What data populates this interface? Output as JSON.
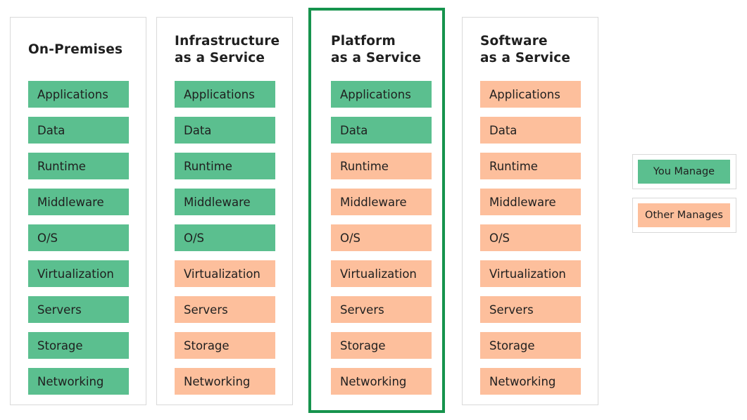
{
  "columns": [
    {
      "title": "On-Premises",
      "layers": [
        {
          "label": "Applications",
          "managed_by": "you"
        },
        {
          "label": "Data",
          "managed_by": "you"
        },
        {
          "label": "Runtime",
          "managed_by": "you"
        },
        {
          "label": "Middleware",
          "managed_by": "you"
        },
        {
          "label": "O/S",
          "managed_by": "you"
        },
        {
          "label": "Virtualization",
          "managed_by": "you"
        },
        {
          "label": "Servers",
          "managed_by": "you"
        },
        {
          "label": "Storage",
          "managed_by": "you"
        },
        {
          "label": "Networking",
          "managed_by": "you"
        }
      ]
    },
    {
      "title": "Infrastructure\nas a Service",
      "layers": [
        {
          "label": "Applications",
          "managed_by": "you"
        },
        {
          "label": "Data",
          "managed_by": "you"
        },
        {
          "label": "Runtime",
          "managed_by": "you"
        },
        {
          "label": "Middleware",
          "managed_by": "you"
        },
        {
          "label": "O/S",
          "managed_by": "you"
        },
        {
          "label": "Virtualization",
          "managed_by": "other"
        },
        {
          "label": "Servers",
          "managed_by": "other"
        },
        {
          "label": "Storage",
          "managed_by": "other"
        },
        {
          "label": "Networking",
          "managed_by": "other"
        }
      ]
    },
    {
      "title": "Platform\nas a Service",
      "highlighted": true,
      "layers": [
        {
          "label": "Applications",
          "managed_by": "you"
        },
        {
          "label": "Data",
          "managed_by": "you"
        },
        {
          "label": "Runtime",
          "managed_by": "other"
        },
        {
          "label": "Middleware",
          "managed_by": "other"
        },
        {
          "label": "O/S",
          "managed_by": "other"
        },
        {
          "label": "Virtualization",
          "managed_by": "other"
        },
        {
          "label": "Servers",
          "managed_by": "other"
        },
        {
          "label": "Storage",
          "managed_by": "other"
        },
        {
          "label": "Networking",
          "managed_by": "other"
        }
      ]
    },
    {
      "title": "Software\nas a Service",
      "layers": [
        {
          "label": "Applications",
          "managed_by": "other"
        },
        {
          "label": "Data",
          "managed_by": "other"
        },
        {
          "label": "Runtime",
          "managed_by": "other"
        },
        {
          "label": "Middleware",
          "managed_by": "other"
        },
        {
          "label": "O/S",
          "managed_by": "other"
        },
        {
          "label": "Virtualization",
          "managed_by": "other"
        },
        {
          "label": "Servers",
          "managed_by": "other"
        },
        {
          "label": "Storage",
          "managed_by": "other"
        },
        {
          "label": "Networking",
          "managed_by": "other"
        }
      ]
    }
  ],
  "legend": {
    "you_manage": "You Manage",
    "other_manages": "Other Manages"
  },
  "colors": {
    "you_manage": "#5bbf8f",
    "other_manages": "#fdbf9c",
    "highlight_border": "#16934d"
  }
}
